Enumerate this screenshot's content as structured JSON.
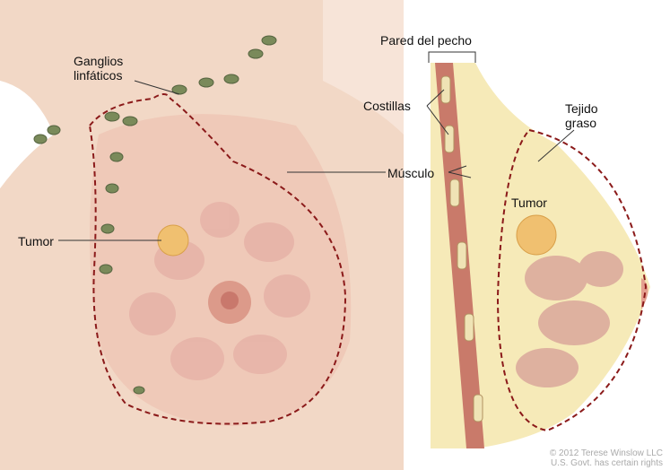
{
  "labels": {
    "lymph_nodes": [
      "Ganglios",
      "linfáticos"
    ],
    "tumor_left": "Tumor",
    "chest_wall": "Pared del pecho",
    "ribs": "Costillas",
    "muscle": "Músculo",
    "fatty_tissue": [
      "Tejido",
      "graso"
    ],
    "tumor_right": "Tumor"
  },
  "credits": {
    "line1": "© 2012 Terese Winslow LLC",
    "line2": "U.S. Govt. has certain rights"
  },
  "colors": {
    "skin": "#f3d9c8",
    "outline_dashed": "#8b1a1a",
    "lymph_node": "#7a8a5a",
    "fat": "#f6eab8",
    "muscle": "#c97a6a",
    "tumor": "#f0c070"
  }
}
